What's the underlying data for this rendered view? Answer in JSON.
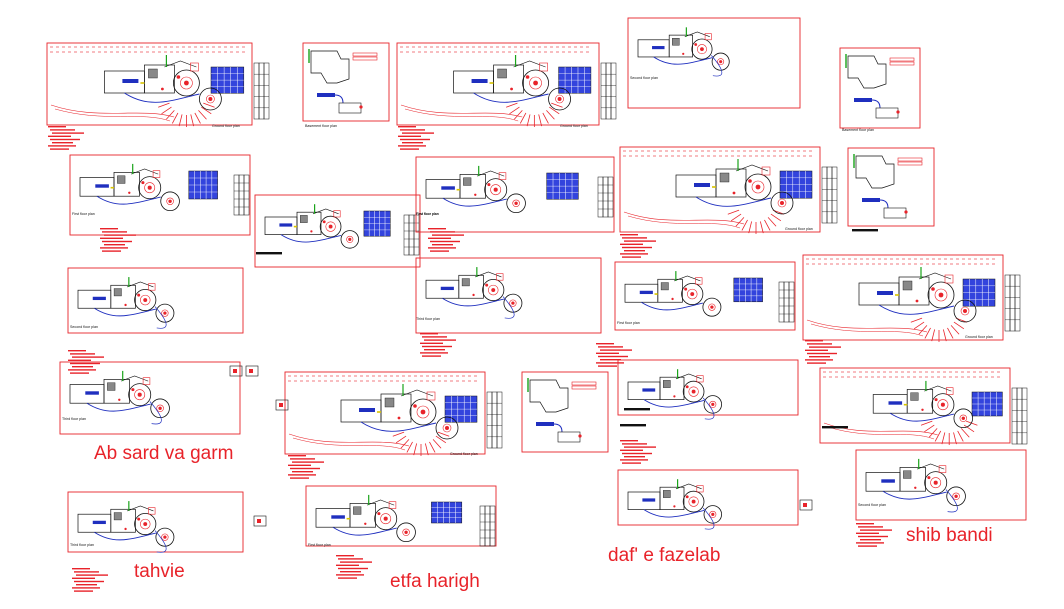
{
  "colors": {
    "line": "#e8232a",
    "wall": "#111111",
    "blue": "#1f2fbf",
    "hatch": "#3344dd",
    "green": "#1aa31a",
    "yellow": "#d8c400",
    "gray": "#888888"
  },
  "labels": {
    "ab_sard": "Ab sard va garm",
    "tahvie": "tahvie",
    "etfa_harigh": "etfa harigh",
    "dafe_fazelab": "daf' e fazelab",
    "shib_bandi": "shib bandi"
  },
  "sheets": [
    {
      "kind": "ground",
      "caption": "Ground floor plan"
    },
    {
      "kind": "basement",
      "caption": "Basement floor plan"
    },
    {
      "kind": "ground",
      "caption": "Ground floor plan"
    },
    {
      "kind": "second",
      "caption": "Second floor plan"
    },
    {
      "kind": "basement",
      "caption": "Basement floor plan"
    },
    {
      "kind": "first",
      "caption": "First floor plan"
    },
    {
      "kind": "first",
      "caption": "First floor plan"
    },
    {
      "kind": "first",
      "caption": "First floor plan"
    },
    {
      "kind": "ground",
      "caption": "Ground floor plan"
    },
    {
      "kind": "basement",
      "caption": ""
    },
    {
      "kind": "second",
      "caption": "Second floor plan"
    },
    {
      "kind": "third",
      "caption": "Third floor plan"
    },
    {
      "kind": "first",
      "caption": "First floor plan"
    },
    {
      "kind": "ground",
      "caption": "Ground floor plan"
    },
    {
      "kind": "third",
      "caption": "Third floor plan"
    },
    {
      "kind": "ground",
      "caption": "Ground floor plan"
    },
    {
      "kind": "basement",
      "caption": ""
    },
    {
      "kind": "third",
      "caption": ""
    },
    {
      "kind": "ground",
      "caption": ""
    },
    {
      "kind": "third",
      "caption": "Third floor plan"
    },
    {
      "kind": "first",
      "caption": "First floor plan"
    },
    {
      "kind": "third",
      "caption": ""
    },
    {
      "kind": "second",
      "caption": "Second floor plan"
    }
  ]
}
